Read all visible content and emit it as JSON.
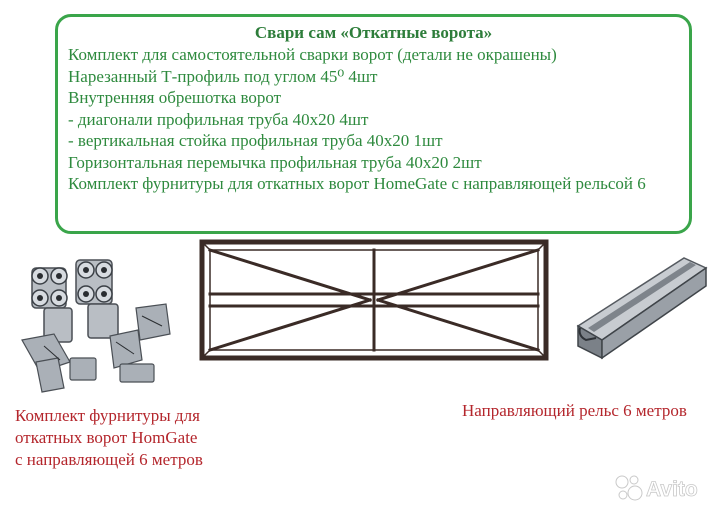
{
  "info_box": {
    "title": "Свари сам «Откатные ворота»",
    "lines": [
      "Комплект для самостоятельной сварки ворот (детали не окрашены)",
      "Нарезанный Т-профиль под углом 45⁰   4шт",
      "Внутренняя обрешотка ворот",
      "- диагонали профильная труба 40х20 4шт",
      "- вертикальная стойка профильная труба 40х20 1шт",
      "Горизонтальная перемычка профильная труба 40х20 2шт",
      "Комплект фурнитуры для откатных ворот HomeGate с направляющей рельсой 6"
    ]
  },
  "captions": {
    "hardware": [
      "Комплект фурнитуры для",
      "откатных ворот HomGate",
      "с направляющей 6 метров"
    ],
    "rail": "Направляющий рельс 6 метров"
  },
  "watermark": {
    "text": "Avito",
    "icon": "avito-logo-dots"
  },
  "colors": {
    "box_border": "#3aa54a",
    "box_text": "#2e8a3e",
    "caption_text": "#b4262c"
  }
}
